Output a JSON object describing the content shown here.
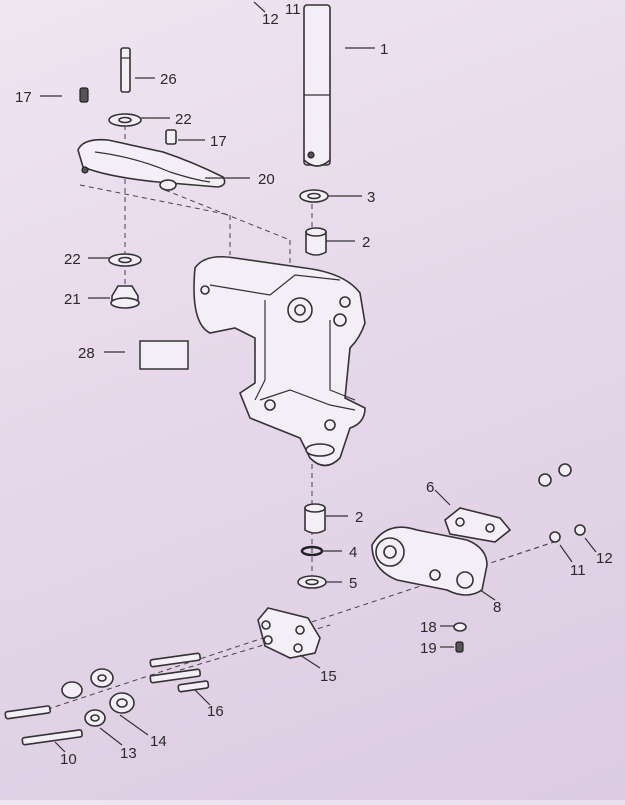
{
  "callouts": {
    "c1": "1",
    "c2a": "2",
    "c2b": "2",
    "c3": "3",
    "c4": "4",
    "c5": "5",
    "c6": "6",
    "c8": "8",
    "c10": "10",
    "c11a": "11",
    "c11b": "11",
    "c12a": "12",
    "c12b": "12",
    "c13": "13",
    "c14": "14",
    "c15": "15",
    "c16": "16",
    "c17a": "17",
    "c17b": "17",
    "c18": "18",
    "c19": "19",
    "c20": "20",
    "c21": "21",
    "c22a": "22",
    "c22b": "22",
    "c26": "26",
    "c28": "28"
  }
}
